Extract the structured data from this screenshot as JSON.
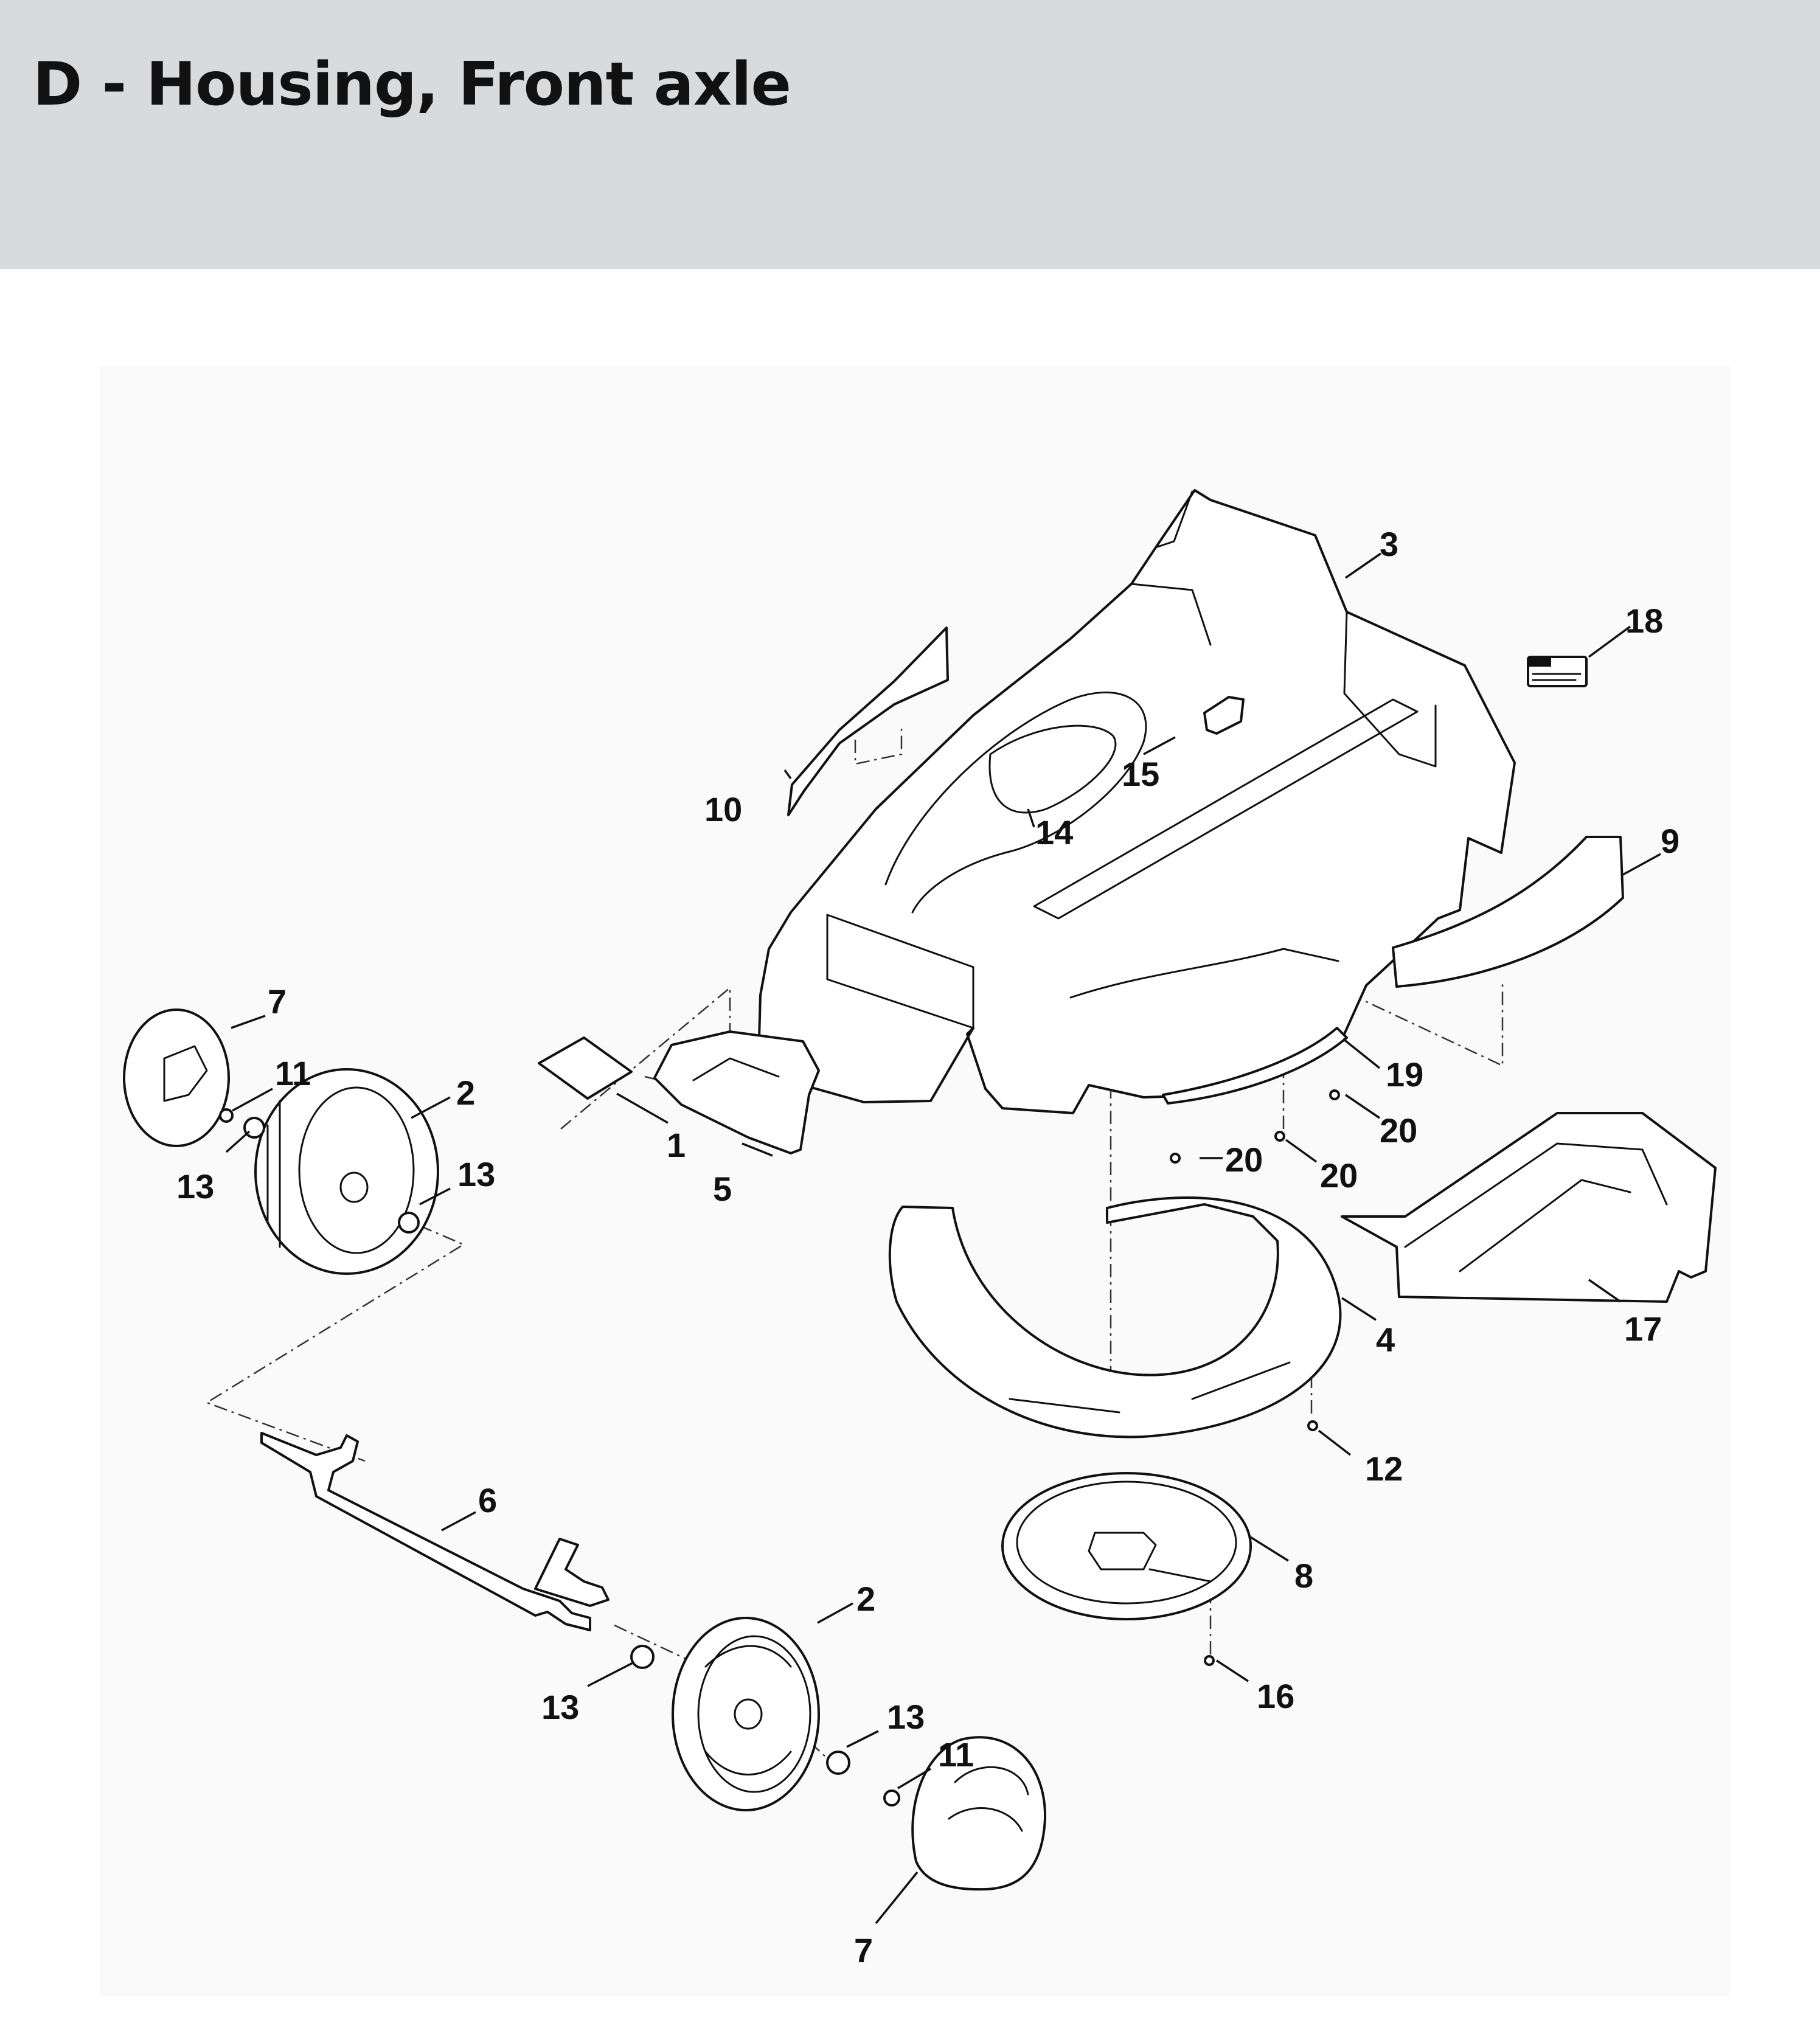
{
  "header": {
    "title": "D - Housing, Front axle"
  },
  "diagram": {
    "callouts": {
      "c1": "1",
      "c2a": "2",
      "c2b": "2",
      "c3": "3",
      "c4": "4",
      "c5": "5",
      "c6": "6",
      "c7a": "7",
      "c7b": "7",
      "c8": "8",
      "c9": "9",
      "c10": "10",
      "c11a": "11",
      "c11b": "11",
      "c12": "12",
      "c13a": "13",
      "c13b": "13",
      "c13c": "13",
      "c13d": "13",
      "c14": "14",
      "c15": "15",
      "c16": "16",
      "c17": "17",
      "c18": "18",
      "c19": "19",
      "c20a": "20",
      "c20b": "20",
      "c20c": "20"
    }
  }
}
